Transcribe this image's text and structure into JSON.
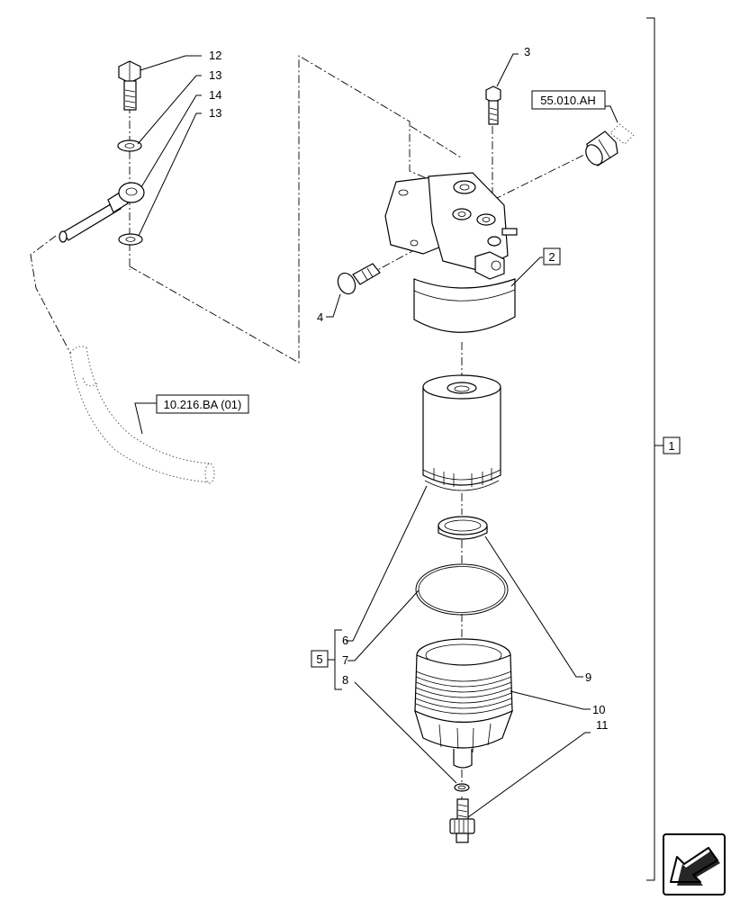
{
  "callouts": {
    "c12": "12",
    "c13a": "13",
    "c14": "14",
    "c13b": "13",
    "c3": "3",
    "c2": "2",
    "c4": "4",
    "c6": "6",
    "c7": "7",
    "c8": "8",
    "c5": "5",
    "c9": "9",
    "c10": "10",
    "c11": "11",
    "c1": "1"
  },
  "references": {
    "ref_top": "55.010.AH",
    "ref_hose": "10.216.BA (01)"
  },
  "icons": {
    "navigation": "arrow-icon"
  }
}
